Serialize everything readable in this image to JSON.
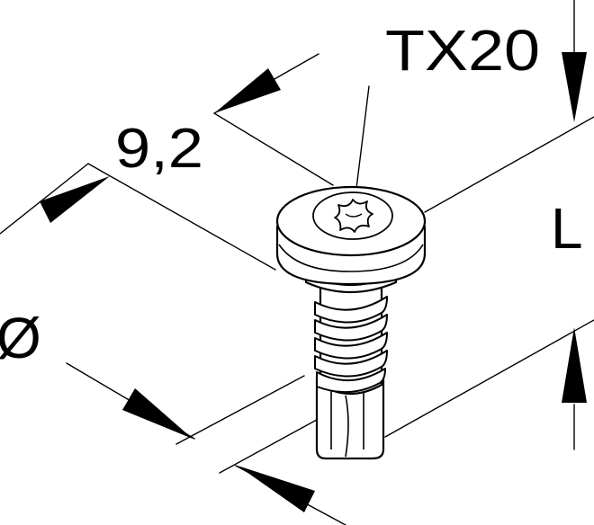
{
  "labels": {
    "drive": "TX20",
    "head_diameter": "9,2",
    "length": "L",
    "thread_diameter": "Ø"
  },
  "colors": {
    "ink": "#000000",
    "background": "#ffffff"
  }
}
